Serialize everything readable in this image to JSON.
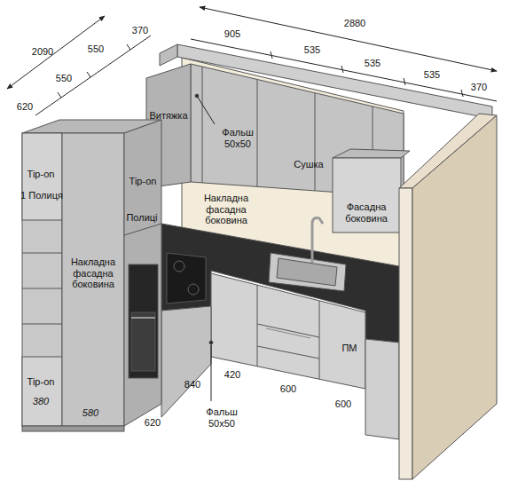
{
  "diagram": {
    "labels": [
      "2090",
      "370",
      "550",
      "550",
      "620",
      "2880",
      "905",
      "535",
      "535",
      "535",
      "370",
      "Витяжка",
      "Фальш 50x50",
      "Сушка",
      "Tip-on",
      "1 Полиця",
      "Tip-on",
      "Полиці",
      "Накладна фасадна боковина",
      "Фасадна боковина",
      "Накладна фасадна боковина",
      "ПМ",
      "Tip-on",
      "380",
      "580",
      "840",
      "420",
      "600",
      "600",
      "620",
      "Фальш 50x50"
    ]
  }
}
